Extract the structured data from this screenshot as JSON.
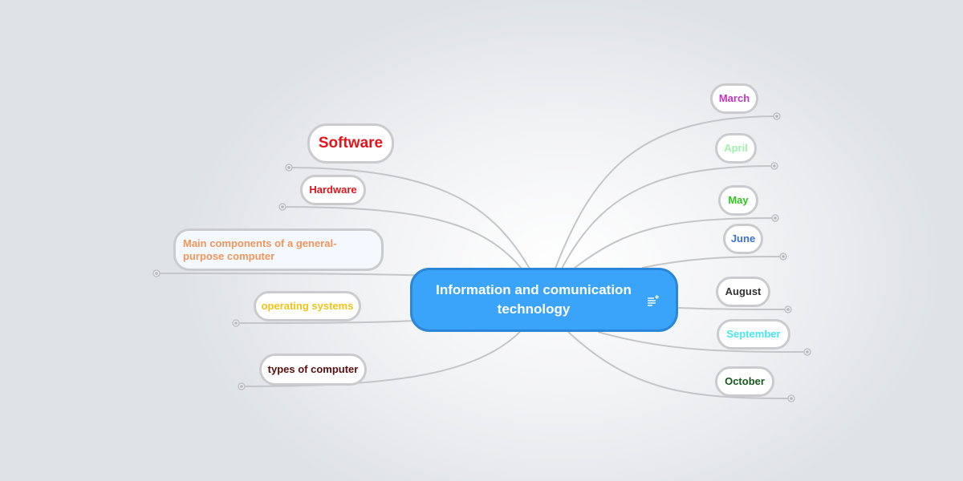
{
  "central": {
    "title": "Information and comunication technology",
    "color": "#3aa4fb",
    "icon": "notes-icon"
  },
  "topics": [
    {
      "id": "software",
      "label": "Software",
      "color": "#e3141b"
    },
    {
      "id": "hardware",
      "label": "Hardware",
      "color": "#e3141b"
    },
    {
      "id": "main-components",
      "label": "Main components of a general-purpose computer",
      "color": "#f0965a"
    },
    {
      "id": "operating-systems",
      "label": "operating systems",
      "color": "#f2c318"
    },
    {
      "id": "types-of-computer",
      "label": "types of computer",
      "color": "#5a0d0d"
    },
    {
      "id": "march",
      "label": "March",
      "color": "#c235c2"
    },
    {
      "id": "april",
      "label": "April",
      "color": "#9ff2a8"
    },
    {
      "id": "may",
      "label": "May",
      "color": "#2fc41e"
    },
    {
      "id": "june",
      "label": "June",
      "color": "#3d6fdc"
    },
    {
      "id": "august",
      "label": "August",
      "color": "#333333"
    },
    {
      "id": "september",
      "label": "September",
      "color": "#49e6ef"
    },
    {
      "id": "october",
      "label": "October",
      "color": "#14581a"
    }
  ],
  "connector_color": "#c3c5c8",
  "collapse_handle_icon": "collapse-circle-icon"
}
